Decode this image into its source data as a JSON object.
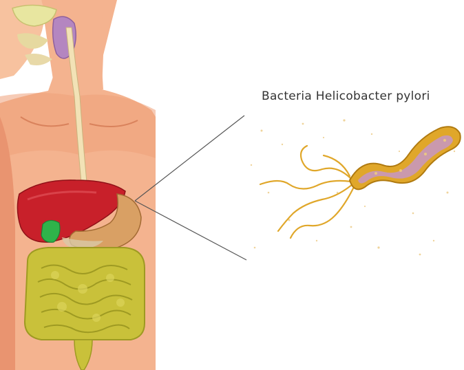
{
  "caption": "Bacteria Helicobacter pylori",
  "colors": {
    "skin": "#f4b38f",
    "skin_shade": "#e99470",
    "liver": "#c8202a",
    "liver_dark": "#a5141d",
    "stomach": "#d9a064",
    "gallbladder": "#2fb34a",
    "intestine": "#c9c13a",
    "intestine_dark": "#9e9a22",
    "esophagus": "#f2e2b6",
    "salivary": "#b486c0",
    "bacterium_body": "#e0a72a",
    "bacterium_inner": "#c596c4",
    "line": "#555555"
  },
  "icons": {
    "body": "human-digestive-system-illustration",
    "bacterium": "helicobacter-pylori-illustration"
  }
}
